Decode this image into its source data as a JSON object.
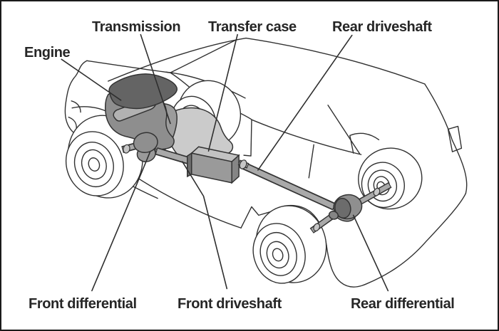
{
  "labels": {
    "engine": "Engine",
    "transmission": "Transmission",
    "transfer_case": "Transfer case",
    "rear_driveshaft": "Rear driveshaft",
    "front_differential": "Front differential",
    "front_driveshaft": "Front driveshaft",
    "rear_differential": "Rear differential"
  },
  "colors": {
    "background": "#ffffff",
    "frame": "#1a1a1a",
    "outline": "#303030",
    "text": "#262626",
    "engine_dark": "#646464",
    "engine_body": "#8e8e8e",
    "valve_cover": "#b2b2b2",
    "bell_housing": "#9c9c9c",
    "transmission_fill": "#cbcbcb",
    "transfer_case_front": "#9a9a9a",
    "transfer_case_top": "#c3c3c3",
    "transfer_case_end": "#858585",
    "transfer_case_near": "#6f6f6f",
    "driveshaft": "#a9a9a9",
    "differential": "#8f8f8f",
    "differential_dark": "#6c6c6c"
  }
}
